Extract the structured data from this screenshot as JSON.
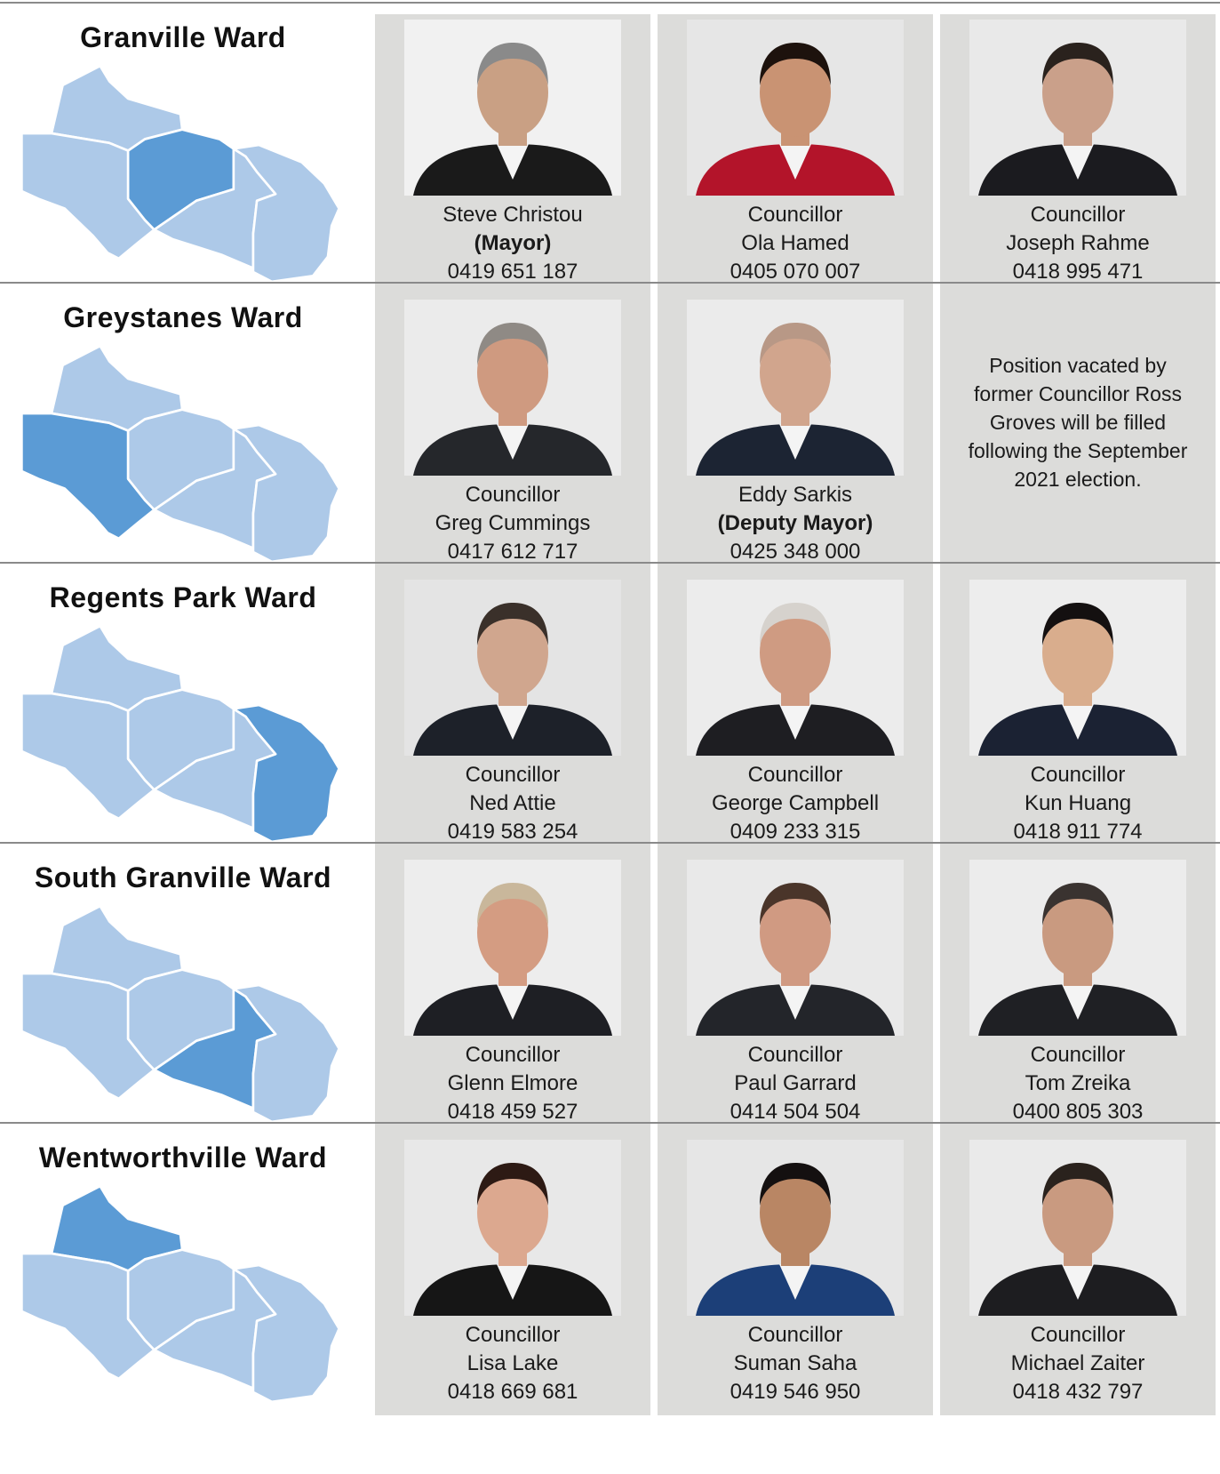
{
  "colors": {
    "ward_highlight": "#5b9bd5",
    "ward_other": "#adc9e8",
    "cell_bg": "#dcdcda"
  },
  "wards": [
    {
      "name": "Granville Ward",
      "highlight": "granville",
      "people": [
        {
          "line1": "Steve Christou",
          "line2": "(Mayor)",
          "phone": "0419 651 187",
          "bold": 2,
          "suit": "#1a1a1a",
          "skin": "#c9a084",
          "hair": "#8a8a8a",
          "bg": "#f1f1f1"
        },
        {
          "line1": "Councillor",
          "line2": "Ola Hamed",
          "phone": "0405 070 007",
          "bold": 0,
          "suit": "#b3142a",
          "skin": "#c99373",
          "hair": "#1d120d",
          "bg": "#e6e6e6"
        },
        {
          "line1": "Councillor",
          "line2": "Joseph Rahme",
          "phone": "0418 995 471",
          "bold": 0,
          "suit": "#1b1b1f",
          "skin": "#caa08a",
          "hair": "#2a221d",
          "bg": "#e9e9e9"
        }
      ]
    },
    {
      "name": "Greystanes Ward",
      "highlight": "greystanes",
      "people": [
        {
          "line1": "Councillor",
          "line2": "Greg Cummings",
          "phone": "0417 612 717",
          "bold": 0,
          "suit": "#25272b",
          "skin": "#cf9a80",
          "hair": "#8f8a85",
          "bg": "#ebebeb"
        },
        {
          "line1": "Eddy Sarkis",
          "line2": "(Deputy Mayor)",
          "phone": "0425 348 000",
          "bold": 2,
          "suit": "#1c2433",
          "skin": "#d1a58d",
          "hair": "#b89886",
          "bg": "#ebebeb"
        }
      ],
      "vacant": "Position vacated by former Councillor Ross Groves will be filled following the September 2021 election."
    },
    {
      "name": "Regents Park Ward",
      "highlight": "regents",
      "people": [
        {
          "line1": "Councillor",
          "line2": "Ned Attie",
          "phone": "0419 583 254",
          "bold": 0,
          "suit": "#1d2129",
          "skin": "#d0a68e",
          "hair": "#3a302a",
          "bg": "#e4e4e4"
        },
        {
          "line1": "Councillor",
          "line2": "George Campbell",
          "phone": "0409 233 315",
          "bold": 0,
          "suit": "#1e1e22",
          "skin": "#cf9b82",
          "hair": "#d6d2cd",
          "bg": "#ececec"
        },
        {
          "line1": "Councillor",
          "line2": "Kun Huang",
          "phone": "0418 911 774",
          "bold": 0,
          "suit": "#1b2233",
          "skin": "#d9ad8d",
          "hair": "#141010",
          "bg": "#ededed"
        }
      ]
    },
    {
      "name": "South Granville Ward",
      "highlight": "south",
      "people": [
        {
          "line1": "Councillor",
          "line2": "Glenn Elmore",
          "phone": "0418 459 527",
          "bold": 0,
          "suit": "#1e1f24",
          "skin": "#d49c82",
          "hair": "#c9b79b",
          "bg": "#ededed"
        },
        {
          "line1": "Councillor",
          "line2": "Paul Garrard",
          "phone": "0414 504 504",
          "bold": 0,
          "suit": "#23252a",
          "skin": "#d09a82",
          "hair": "#4a352a",
          "bg": "#e9e9e9"
        },
        {
          "line1": "Councillor",
          "line2": "Tom Zreika",
          "phone": "0400 805 303",
          "bold": 0,
          "suit": "#1f2024",
          "skin": "#c99a80",
          "hair": "#3a3330",
          "bg": "#ececec"
        }
      ]
    },
    {
      "name": "Wentworthville Ward",
      "highlight": "wentworthville",
      "people": [
        {
          "line1": "Councillor",
          "line2": "Lisa Lake",
          "phone": "0418 669 681",
          "bold": 0,
          "suit": "#161616",
          "skin": "#dca88f",
          "hair": "#2d1a14",
          "bg": "#e8e8e8"
        },
        {
          "line1": "Councillor",
          "line2": "Suman Saha",
          "phone": "0419 546 950",
          "bold": 0,
          "suit": "#1c3f78",
          "skin": "#b98664",
          "hair": "#141010",
          "bg": "#e6e6e6"
        },
        {
          "line1": "Councillor",
          "line2": "Michael Zaiter",
          "phone": "0418 432 797",
          "bold": 0,
          "suit": "#1d1d20",
          "skin": "#c99a80",
          "hair": "#2a221d",
          "bg": "#eaeaea"
        }
      ]
    }
  ]
}
